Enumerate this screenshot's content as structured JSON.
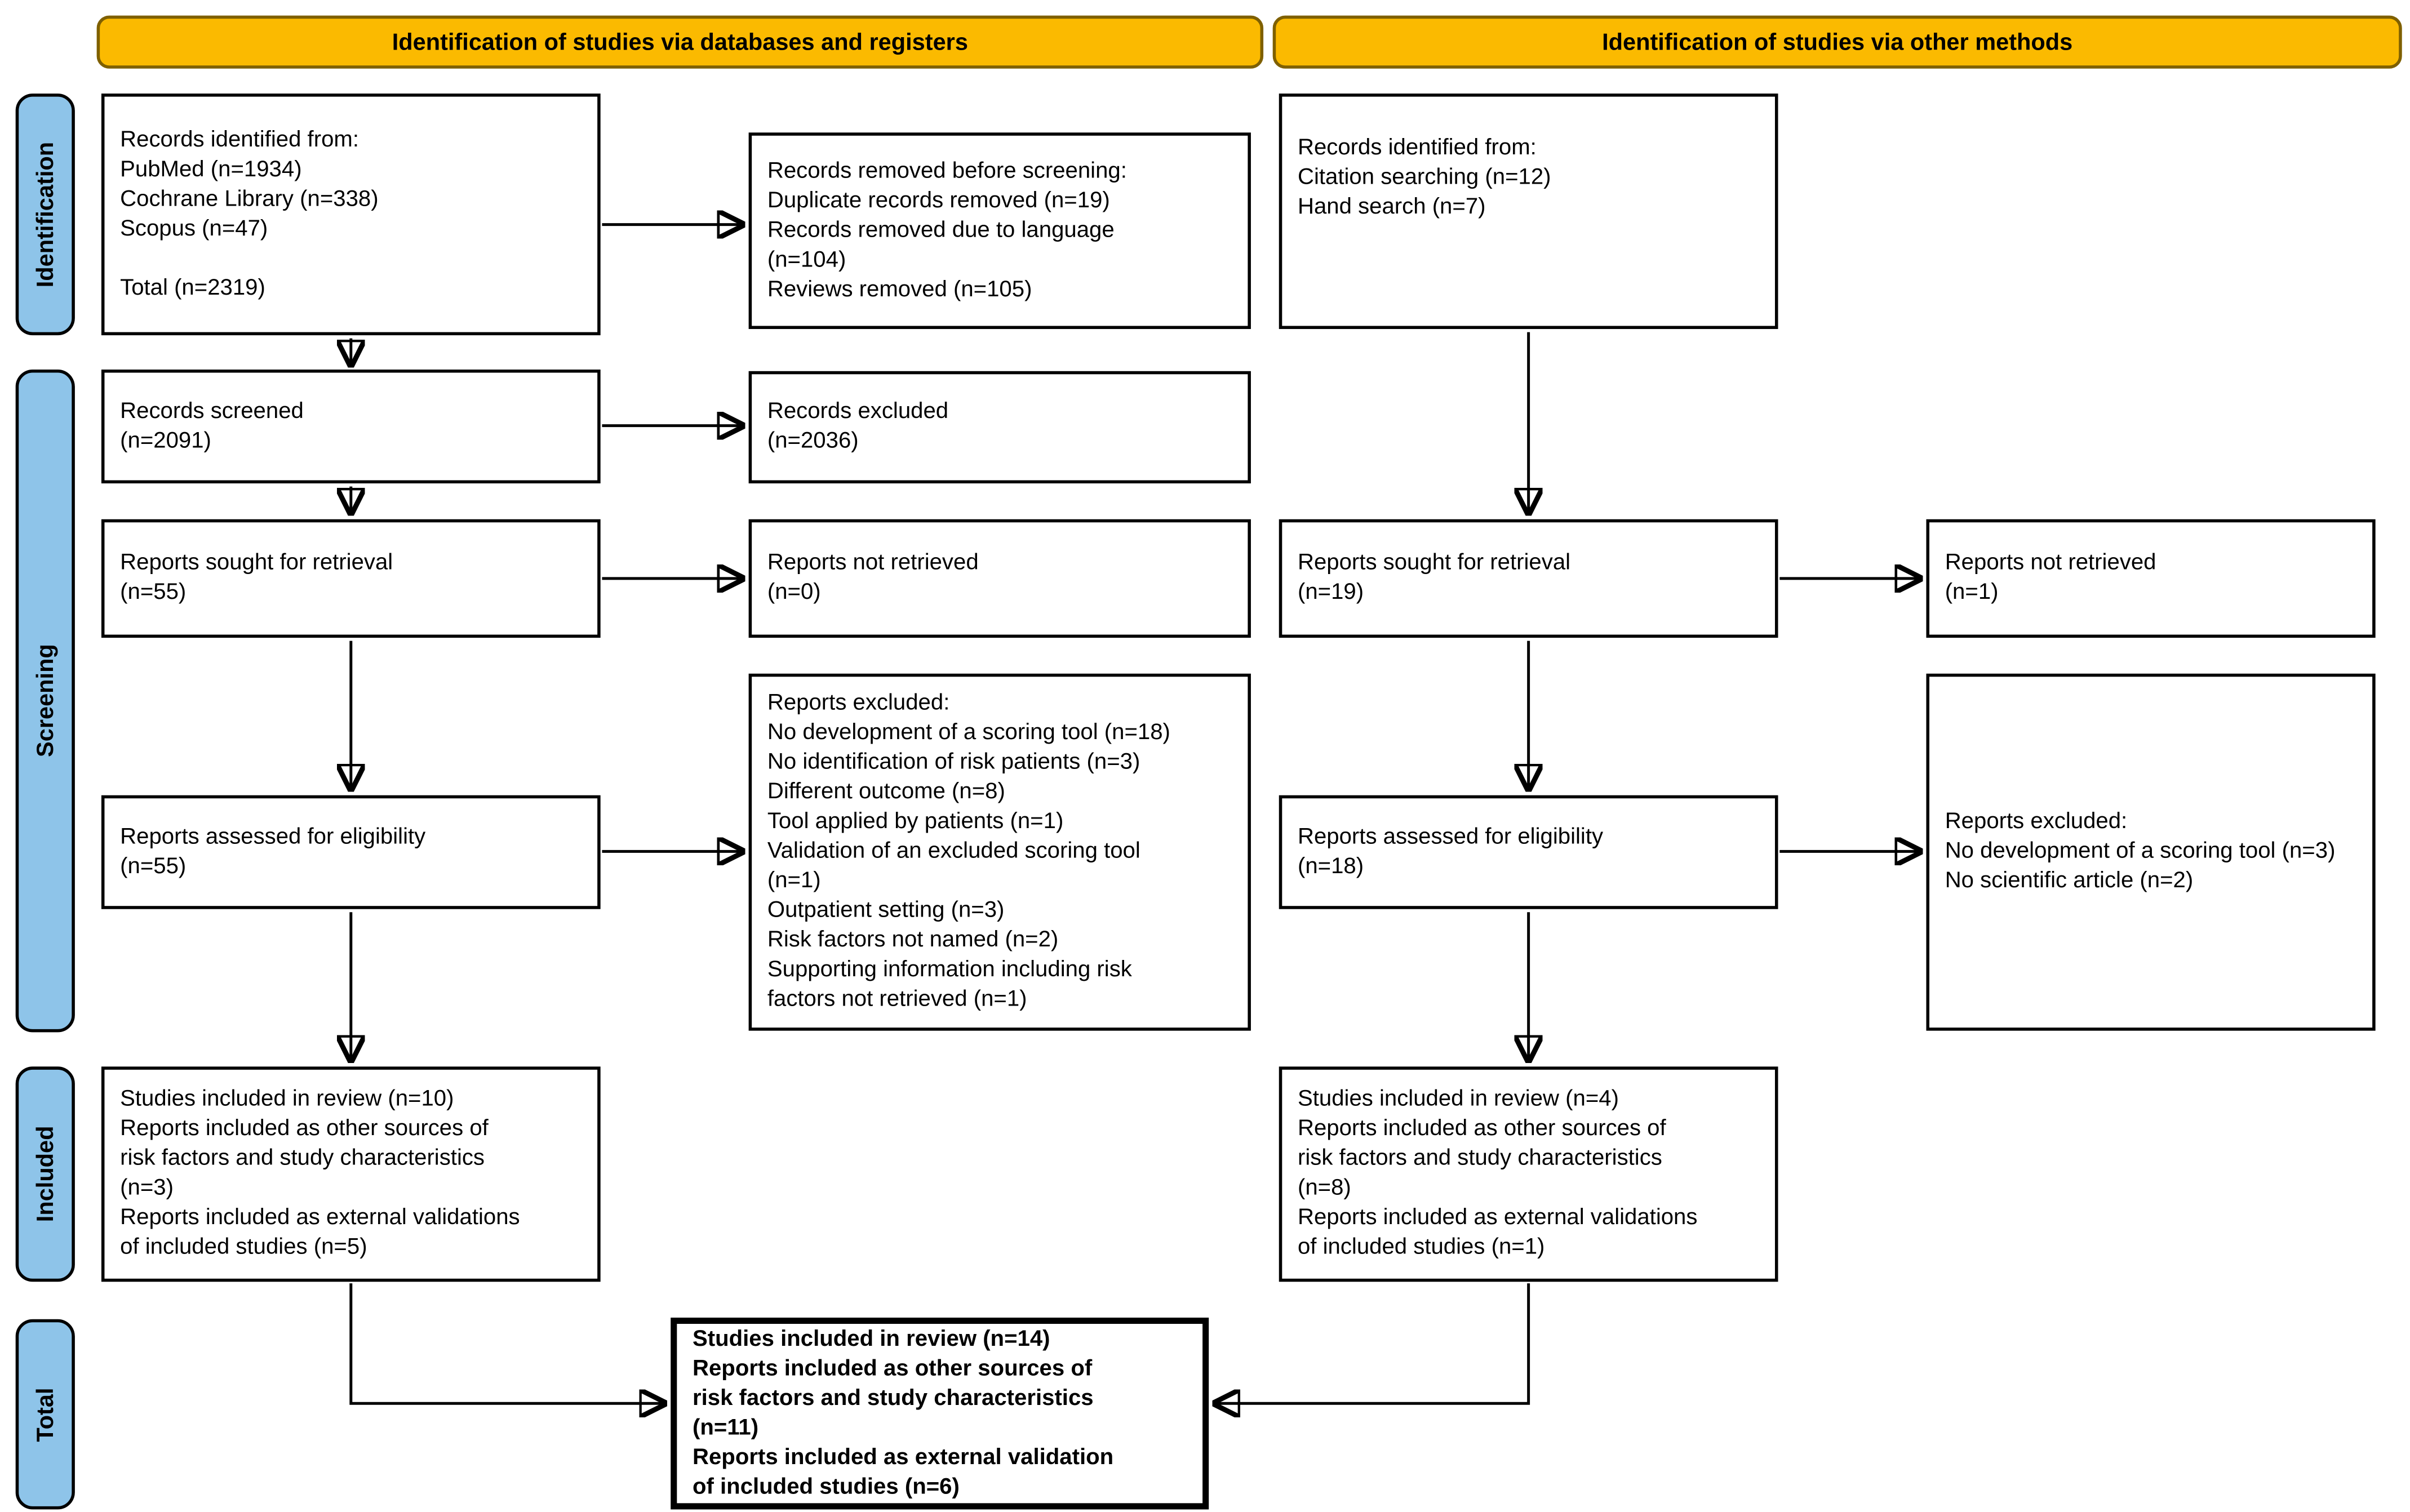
{
  "headers": {
    "databases": "Identification of studies via databases and registers",
    "other_methods": "Identification of studies via other methods"
  },
  "stages": {
    "identification": "Identification",
    "screening": "Screening",
    "included": "Included",
    "total": "Total"
  },
  "colors": {
    "header_bg": "#FBBA00",
    "header_border": "#7F6000",
    "stage_bg": "#8EC4E9",
    "box_border": "#000000"
  },
  "boxes": {
    "db_identified": {
      "lines": [
        "Records identified from:",
        "PubMed (n=1934)",
        "Cochrane Library (n=338)",
        "Scopus (n=47)",
        "",
        "Total (n=2319)"
      ]
    },
    "db_removed": {
      "lines": [
        "Records removed before screening:",
        "Duplicate records removed (n=19)",
        "Records removed due to language",
        "(n=104)",
        "Reviews removed (n=105)"
      ]
    },
    "db_screened": {
      "lines": [
        "Records screened",
        "(n=2091)"
      ]
    },
    "db_excluded": {
      "lines": [
        "Records excluded",
        "(n=2036)"
      ]
    },
    "db_sought": {
      "lines": [
        "Reports sought for retrieval",
        "(n=55)"
      ]
    },
    "db_not_retrieved": {
      "lines": [
        "Reports not retrieved",
        "(n=0)"
      ]
    },
    "db_assessed": {
      "lines": [
        "Reports assessed for eligibility",
        "(n=55)"
      ]
    },
    "db_reports_excluded": {
      "lines": [
        "Reports excluded:",
        "No development of a scoring tool (n=18)",
        "No identification of risk patients (n=3)",
        "Different outcome (n=8)",
        "Tool applied by patients (n=1)",
        "Validation of an excluded scoring tool",
        "(n=1)",
        "Outpatient setting (n=3)",
        "Risk factors not named (n=2)",
        "Supporting information including risk",
        "factors not retrieved (n=1)"
      ]
    },
    "db_included": {
      "lines": [
        "Studies included in review (n=10)",
        "Reports included as other sources of",
        "risk factors and study characteristics",
        "(n=3)",
        "Reports included as external validations",
        "of included studies (n=5)"
      ]
    },
    "om_identified": {
      "lines": [
        "Records identified from:",
        "Citation searching (n=12)",
        "Hand search (n=7)"
      ]
    },
    "om_sought": {
      "lines": [
        "Reports sought for retrieval",
        "(n=19)"
      ]
    },
    "om_not_retrieved": {
      "lines": [
        "Reports not retrieved",
        "(n=1)"
      ]
    },
    "om_assessed": {
      "lines": [
        "Reports assessed for eligibility",
        "(n=18)"
      ]
    },
    "om_reports_excluded": {
      "lines": [
        "Reports excluded:",
        "No development of a scoring tool (n=3)",
        "No scientific article (n=2)"
      ]
    },
    "om_included": {
      "lines": [
        "Studies included in review (n=4)",
        "Reports included as other sources of",
        "risk factors and study characteristics",
        "(n=8)",
        "Reports included as external validations",
        "of included studies (n=1)"
      ]
    },
    "total": {
      "lines": [
        "Studies included in review (n=14)",
        "Reports included as other sources of",
        "risk factors and study characteristics",
        "(n=11)",
        "Reports included as external validation",
        "of included studies (n=6)"
      ]
    }
  }
}
